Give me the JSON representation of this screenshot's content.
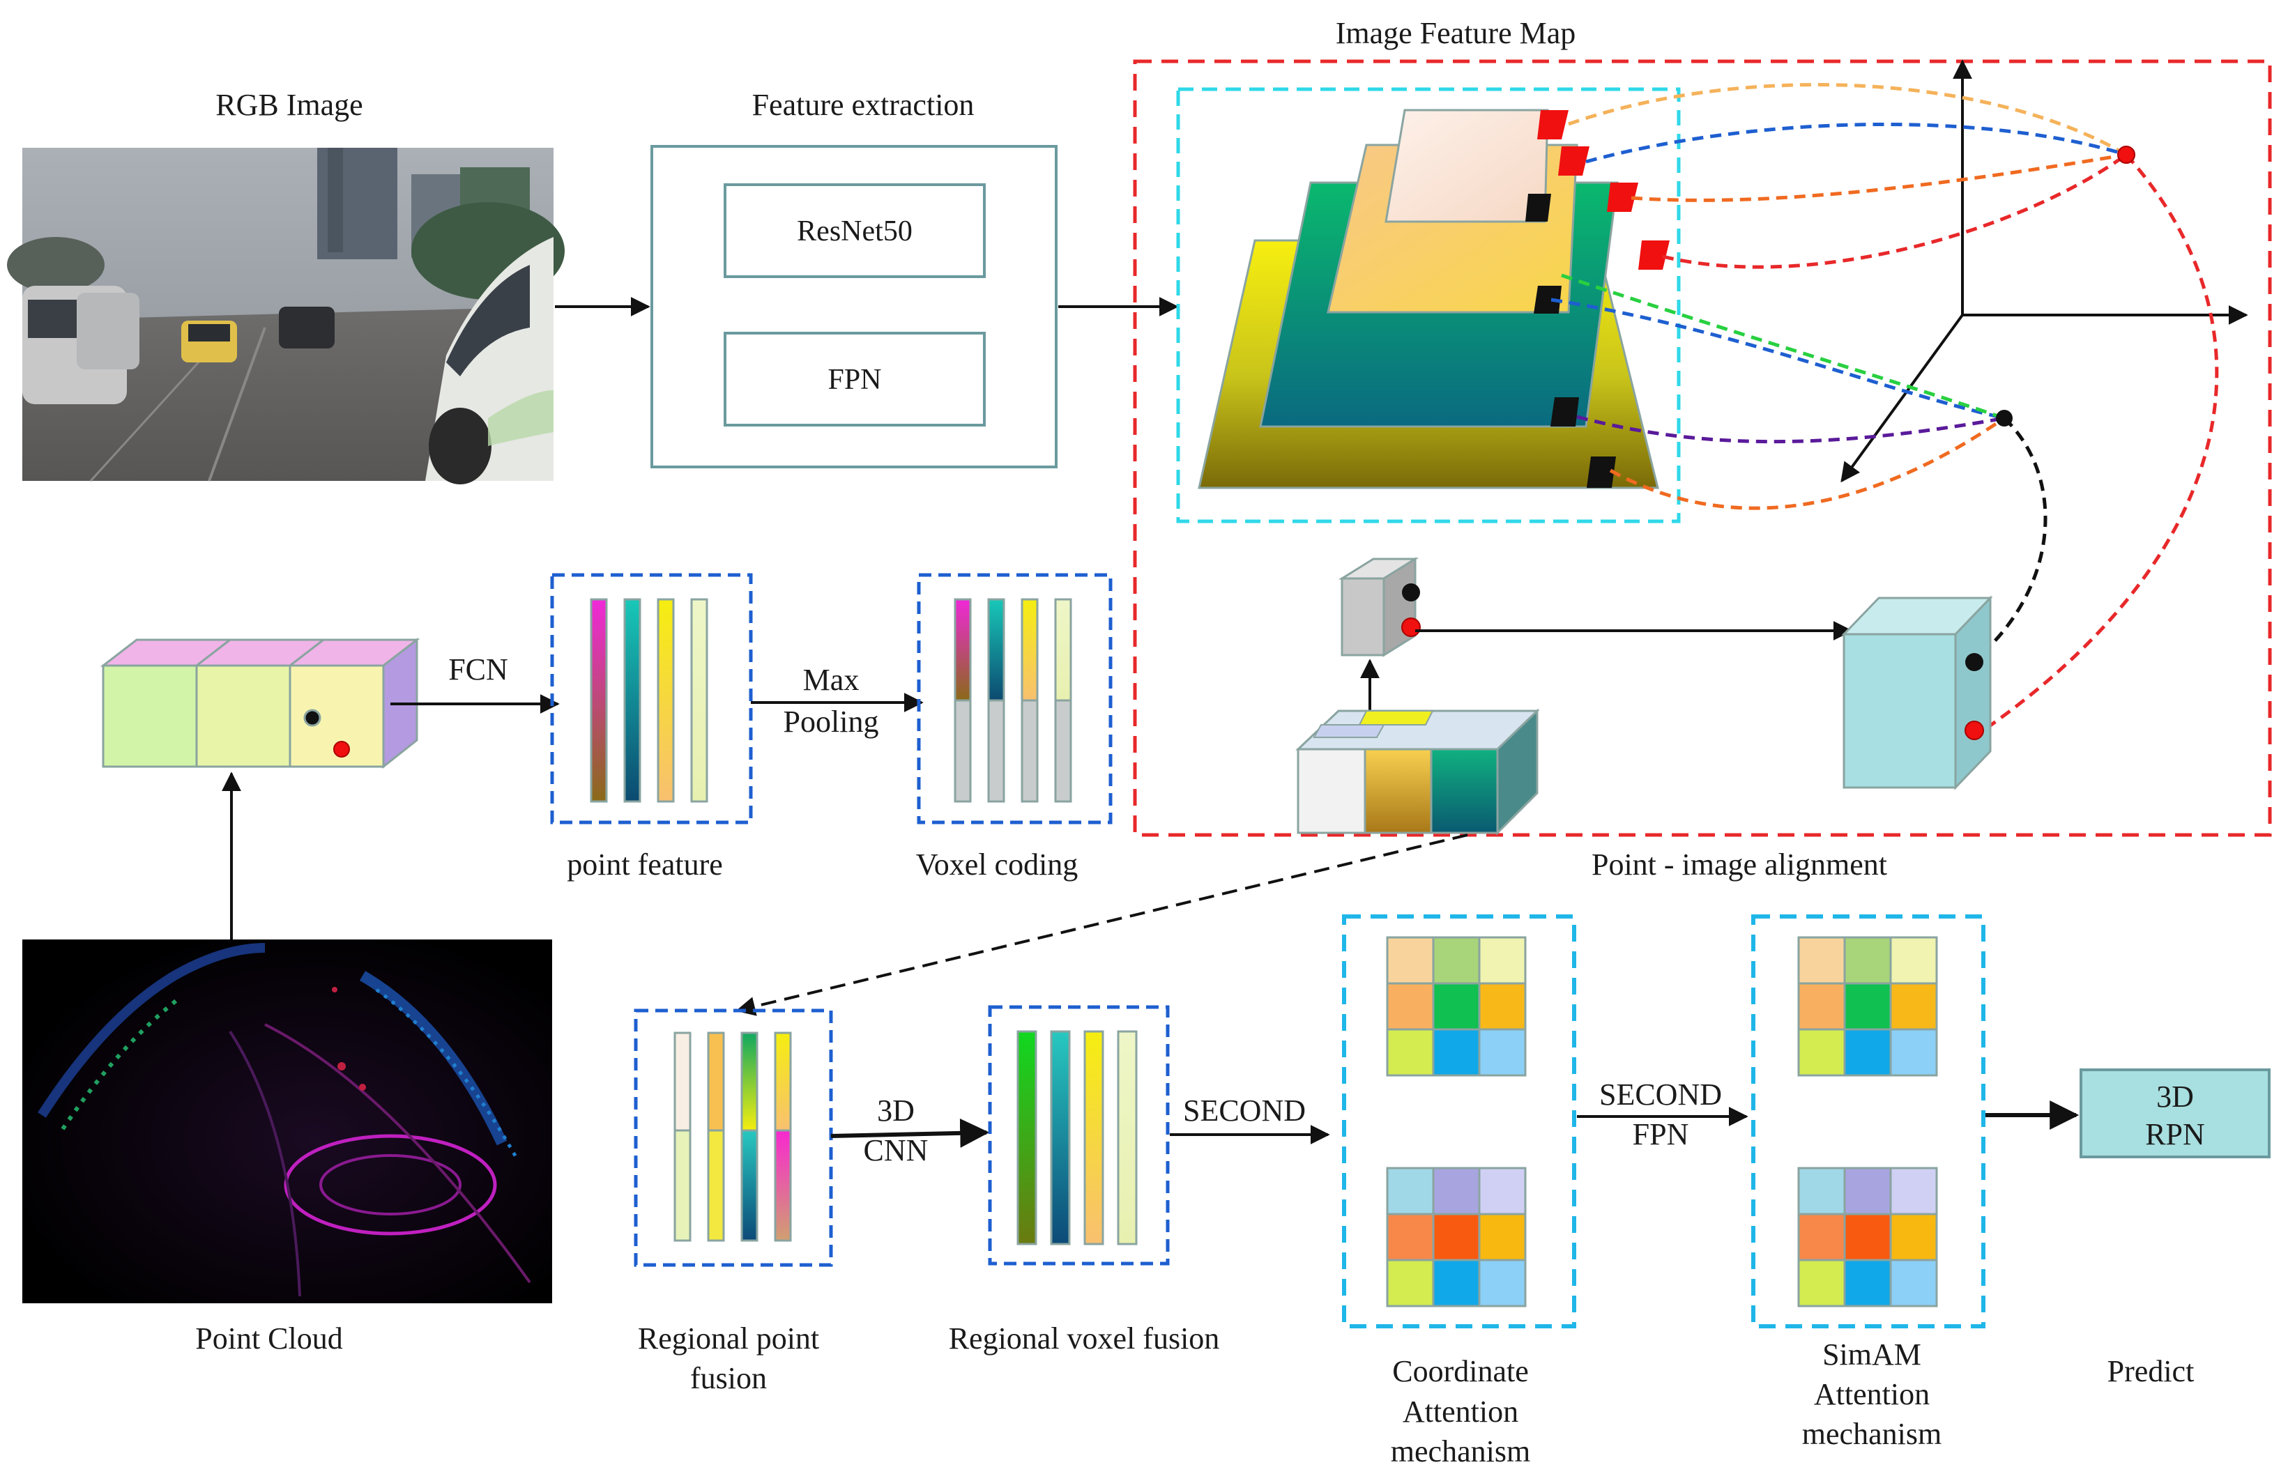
{
  "labels": {
    "rgb_image": "RGB Image",
    "feature_extraction": "Feature extraction",
    "resnet50": "ResNet50",
    "fpn": "FPN",
    "image_feature_map": "Image Feature Map",
    "fcn": "FCN",
    "max": "Max",
    "pooling": "Pooling",
    "point_feature": "point feature",
    "voxel_coding": "Voxel coding",
    "point_image_alignment": "Point - image alignment",
    "point_cloud": "Point Cloud",
    "regional_point_fusion_1": "Regional point",
    "regional_point_fusion_2": "fusion",
    "cnn3d_1": "3D",
    "cnn3d_2": "CNN",
    "regional_voxel_fusion": "Regional voxel fusion",
    "second": "SECOND",
    "second_fpn_1": "SECOND",
    "second_fpn_2": "FPN",
    "rpn_1": "3D",
    "rpn_2": "RPN",
    "coord_att_1": "Coordinate",
    "coord_att_2": "Attention",
    "coord_att_3": "mechanism",
    "simam_1": "SimAM",
    "simam_2": "Attention",
    "simam_3": "mechanism",
    "predict": "Predict"
  },
  "colors": {
    "red_dash": "#e8282a",
    "cyan_dash": "#2fd8e8",
    "blue_dash": "#1e5fd0",
    "sky_dash": "#1fb6e8",
    "rpn_fill": "#a8dfe0",
    "cube_fill": "#a7dfe2"
  },
  "icons": {
    "rgb_image": "street-scene-photo",
    "point_cloud": "lidar-point-cloud-image",
    "axes": "3d-axes-icon"
  }
}
